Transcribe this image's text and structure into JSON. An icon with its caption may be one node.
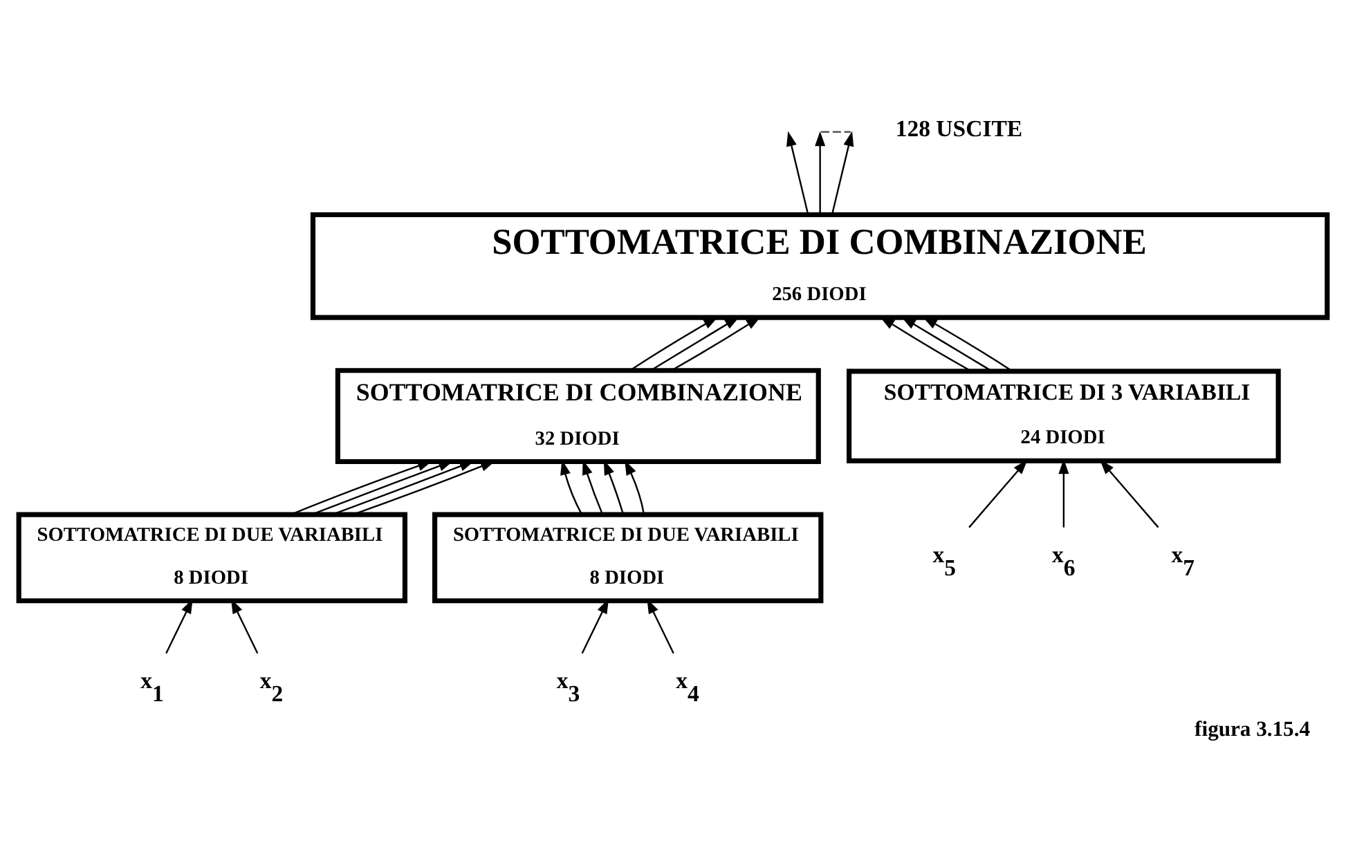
{
  "diagram": {
    "caption": "figura 3.15.4",
    "nodes": [
      {
        "text": [
          "SOTTOMATRICE DI COMBINAZIONE",
          "256 DIODI"
        ]
      },
      {
        "text": [
          "SOTTOMATRICE DI COMBINAZIONE",
          "32 DIODI"
        ]
      },
      {
        "text": [
          "SOTTOMATRICE DI 3 VARIABILI",
          "24 DIODI"
        ]
      },
      {
        "text": [
          "SOTTOMATRICE DI DUE VARIABILI",
          "8 DIODI"
        ]
      },
      {
        "text": [
          "SOTTOMATRICE DI DUE VARIABILI",
          "8 DIODI"
        ]
      },
      {
        "text": [
          "x$_{1}$"
        ]
      },
      {
        "text": [
          "x$_{2}$"
        ]
      },
      {
        "text": [
          "x$_{3}$"
        ]
      },
      {
        "text": [
          "x$_{4}$"
        ]
      },
      {
        "text": [
          "x$_{5}$"
        ]
      },
      {
        "text": [
          "x$_{6}$"
        ]
      },
      {
        "text": [
          "x$_{7}$"
        ]
      }
    ],
    "edges": [
      {
        "from": 0,
        "to": null,
        "arrow": "to"
      },
      {
        "from": 0,
        "to": null,
        "arrow": "to"
      },
      {
        "from": 0,
        "to": null,
        "arrow": "to"
      },
      {
        "from": 1,
        "to": 0,
        "arrow": "to"
      },
      {
        "from": 1,
        "to": 0,
        "arrow": "to"
      },
      {
        "from": 1,
        "to": 0,
        "arrow": "to"
      },
      {
        "from": 2,
        "to": 0,
        "arrow": "to"
      },
      {
        "from": 2,
        "to": 0,
        "arrow": "to"
      },
      {
        "from": 2,
        "to": 0,
        "arrow": "to"
      },
      {
        "from": 3,
        "to": 1,
        "arrow": "to"
      },
      {
        "from": 3,
        "to": 1,
        "arrow": "to"
      },
      {
        "from": 3,
        "to": 1,
        "arrow": "to"
      },
      {
        "from": 3,
        "to": 1,
        "arrow": "to"
      },
      {
        "from": 4,
        "to": 1,
        "arrow": "to"
      },
      {
        "from": 4,
        "to": 1,
        "arrow": "to"
      },
      {
        "from": 4,
        "to": 1,
        "arrow": "to"
      },
      {
        "from": 4,
        "to": 1,
        "arrow": "to"
      },
      {
        "from": 5,
        "to": 3,
        "arrow": "to"
      },
      {
        "from": 6,
        "to": 3,
        "arrow": "to"
      },
      {
        "from": 7,
        "to": 4,
        "arrow": "to"
      },
      {
        "from": 8,
        "to": 4,
        "arrow": "to"
      },
      {
        "from": 9,
        "to": 2,
        "arrow": "to"
      },
      {
        "from": 10,
        "to": 2,
        "arrow": "to"
      },
      {
        "from": 11,
        "to": 2,
        "arrow": "to"
      }
    ],
    "labels": [
      "128 USCITE"
    ]
  }
}
